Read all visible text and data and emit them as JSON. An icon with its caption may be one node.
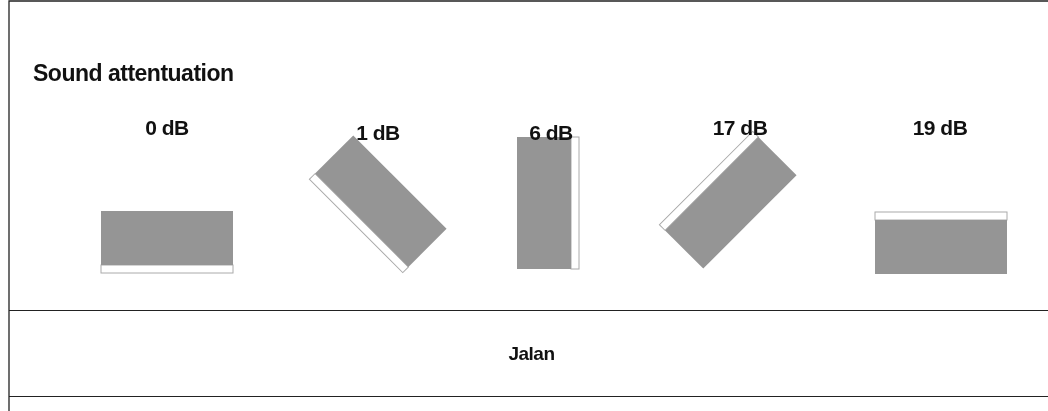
{
  "diagram": {
    "title": "Sound attentuation",
    "nodes": [
      {
        "text": [
          "Jalan"
        ]
      }
    ],
    "labels": [
      "0 dB",
      "1 dB",
      "6 dB",
      "17 dB",
      "19 dB"
    ]
  }
}
